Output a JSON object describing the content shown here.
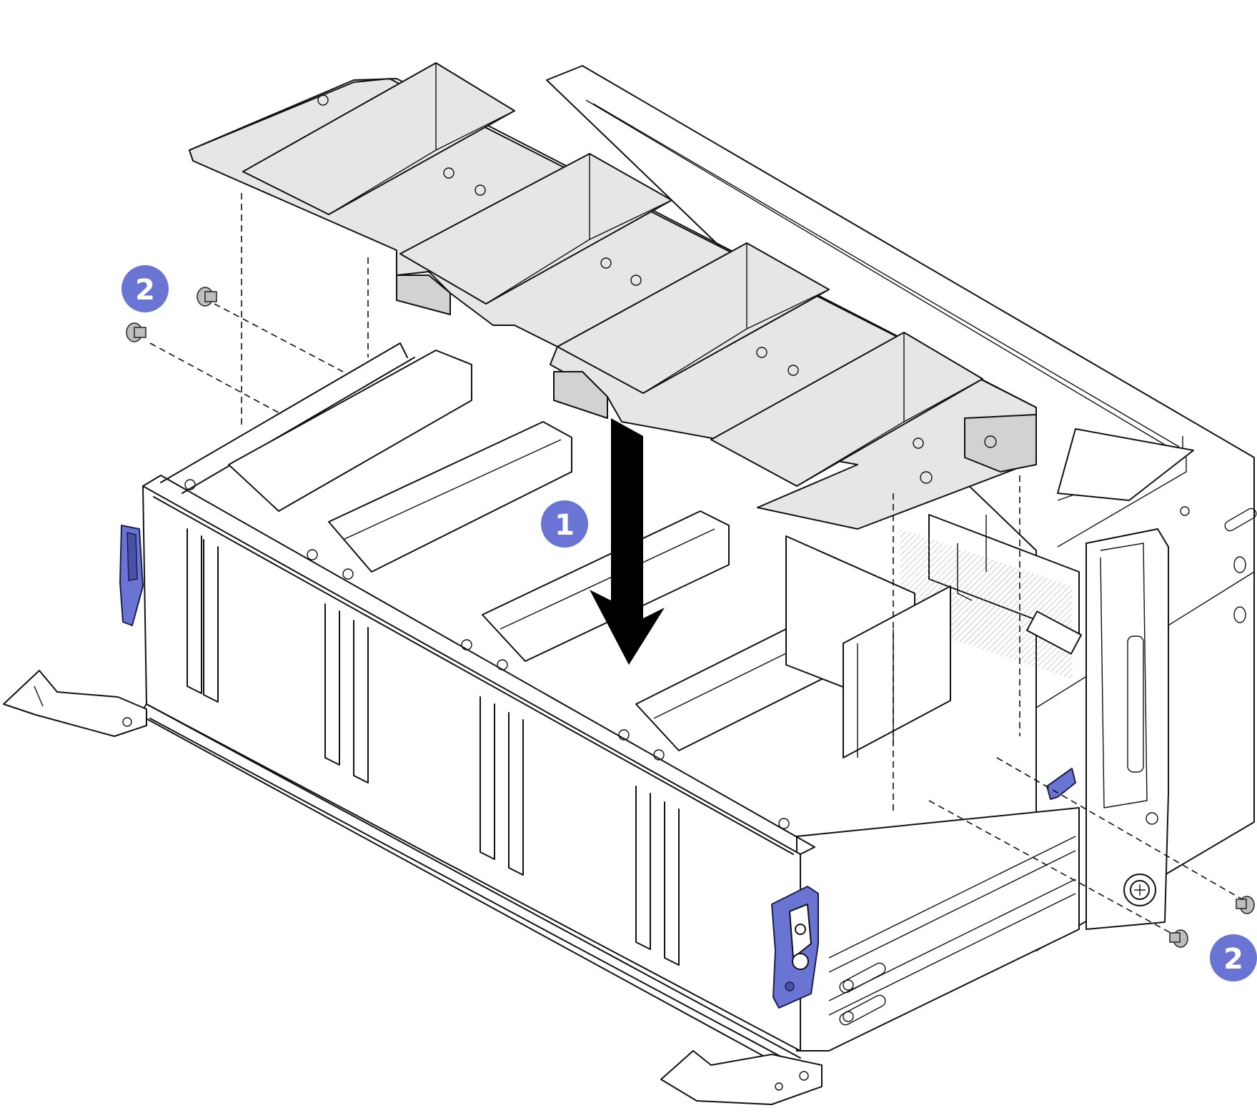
{
  "callouts": [
    {
      "label": "1"
    },
    {
      "label": "2"
    },
    {
      "label": "2"
    }
  ],
  "colors": {
    "callout_fill": "#6a74d2",
    "callout_text": "#ffffff",
    "latch_blue": "#6a74d2",
    "duct_gray": "#e6e6e6",
    "line": "#111111"
  },
  "icons": {
    "step_arrow": "down-arrow-icon",
    "screw": "screw-icon"
  }
}
